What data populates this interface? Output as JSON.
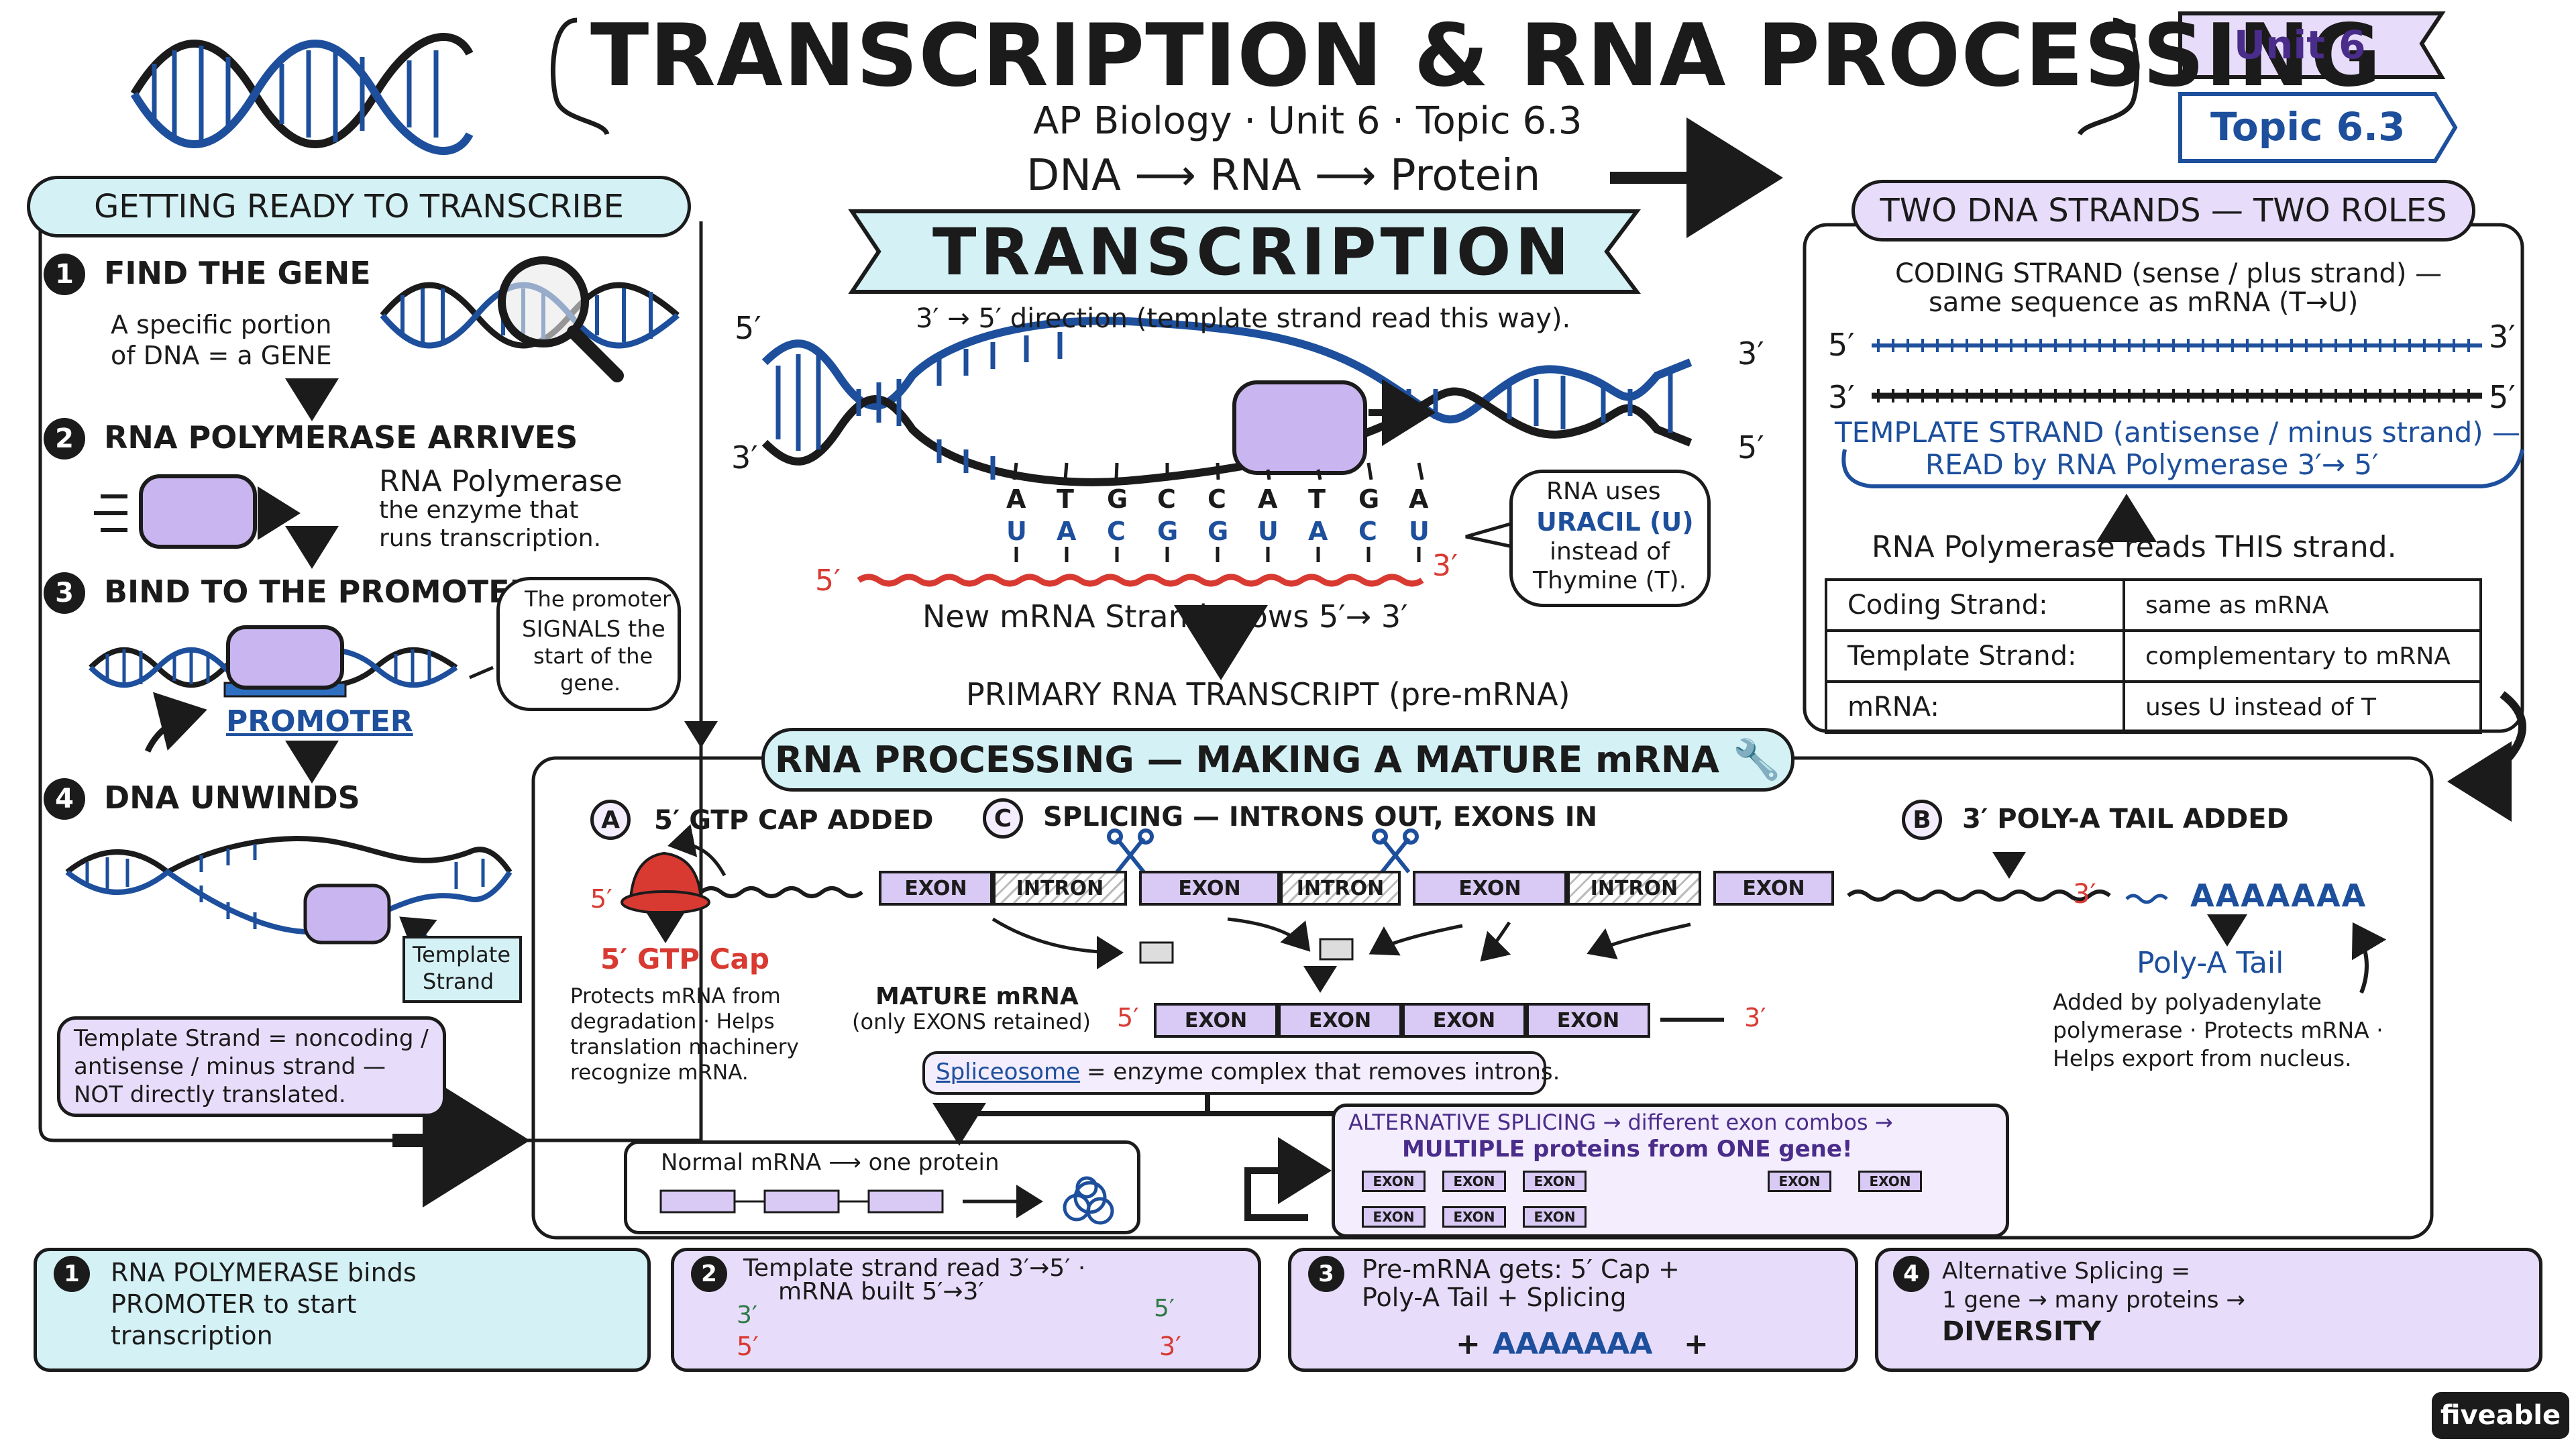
{
  "header": {
    "title": "TRANSCRIPTION & RNA PROCESSING",
    "subtitle": "AP Biology · Unit 6 · Topic 6.3",
    "flow": "DNA ⟶ RNA ⟶ Protein",
    "unit_tag": "Unit 6",
    "topic_tag": "Topic 6.3"
  },
  "left": {
    "heading": "GETTING READY TO TRANSCRIBE",
    "steps": [
      {
        "num": "1",
        "title": "FIND THE GENE",
        "desc1": "A specific portion",
        "desc2": "of DNA = a GENE"
      },
      {
        "num": "2",
        "title": "RNA POLYMERASE ARRIVES",
        "desc1": "RNA Polymerase",
        "desc2": "the enzyme that",
        "desc3": "runs transcription."
      },
      {
        "num": "3",
        "title": "BIND TO THE PROMOTER",
        "bubble1": "The promoter",
        "bubble2": "SIGNALS the",
        "bubble3": "start of the",
        "bubble4": "gene.",
        "promoter": "PROMOTER"
      },
      {
        "num": "4",
        "title": "DNA UNWINDS",
        "template_label1": "Template",
        "template_label2": "Strand"
      }
    ],
    "note1": "Template Strand = noncoding /",
    "note2": "antisense / minus strand —",
    "note3": "NOT directly translated."
  },
  "center": {
    "banner": "TRANSCRIPTION",
    "direction": "3′ → 5′ direction (template strand read this way).",
    "five_prime": "5′",
    "three_prime": "3′",
    "dna_bases": [
      "A",
      "T",
      "G",
      "C",
      "C",
      "A",
      "T",
      "G",
      "A"
    ],
    "rna_bases": [
      "U",
      "A",
      "C",
      "G",
      "G",
      "U",
      "A",
      "C",
      "U"
    ],
    "new_strand": "New mRNA Strand grows 5′→ 3′",
    "primary": "PRIMARY RNA TRANSCRIPT (pre-mRNA)",
    "uracil1": "RNA uses",
    "uracil2": "URACIL (U)",
    "uracil3": "instead of",
    "uracil4": "Thymine (T)."
  },
  "right": {
    "heading": "TWO DNA STRANDS — TWO ROLES",
    "coding1": "CODING STRAND (sense / plus strand) —",
    "coding2": "same sequence as mRNA (T→U)",
    "template1": "TEMPLATE STRAND (antisense / minus strand) —",
    "template2": "READ by RNA Polymerase 3′→ 5′",
    "reads": "RNA Polymerase reads THIS strand.",
    "table": [
      [
        "Coding Strand:",
        "same as mRNA"
      ],
      [
        "Template Strand:",
        "complementary to mRNA"
      ],
      [
        "mRNA:",
        "uses U instead of T"
      ]
    ]
  },
  "processing": {
    "heading": "RNA PROCESSING — MAKING A MATURE mRNA",
    "a_label": "A",
    "a_title": "5′ GTP CAP ADDED",
    "cap_name": "5′ GTP Cap",
    "cap_desc": [
      "Protects mRNA from",
      "degradation · Helps",
      "translation machinery",
      "recognize mRNA."
    ],
    "c_label": "C",
    "c_title": "SPLICING — INTRONS OUT, EXONS IN",
    "pre_segments": [
      "EXON",
      "INTRON",
      "EXON",
      "INTRON",
      "EXON",
      "INTRON",
      "EXON"
    ],
    "mature_title": "MATURE mRNA",
    "mature_sub": "(only EXONS retained)",
    "mature_segments": [
      "EXON",
      "EXON",
      "EXON",
      "EXON"
    ],
    "spliceosome_term": "Spliceosome",
    "spliceosome_def": "= enzyme complex that removes introns.",
    "b_label": "B",
    "b_title": "3′ POLY-A TAIL ADDED",
    "poly_seq": "AAAAAAA",
    "poly_name": "Poly-A Tail",
    "poly_desc": [
      "Added by polyadenylate",
      "polymerase · Protects mRNA ·",
      "Helps export from nucleus."
    ],
    "normal": "Normal mRNA ⟶ one protein",
    "alt1": "ALTERNATIVE SPLICING → different exon combos →",
    "alt2": "MULTIPLE proteins from ONE gene!",
    "alt_exon": "EXON"
  },
  "summary": [
    {
      "num": "1",
      "l1": "RNA POLYMERASE binds",
      "l2": "PROMOTER to start",
      "l3": "transcription"
    },
    {
      "num": "2",
      "l1": "Template strand read 3′→5′ ·",
      "l2": "mRNA built 5′→3′"
    },
    {
      "num": "3",
      "l1": "Pre-mRNA gets: 5′ Cap +",
      "l2": "Poly-A Tail + Splicing",
      "poly": "AAAAAAA"
    },
    {
      "num": "4",
      "l1": "Alternative Splicing =",
      "l2": "1 gene → many proteins →",
      "l3": "DIVERSITY"
    }
  ],
  "brand": "fiveable",
  "colors": {
    "teal": "#d4f1f5",
    "lavender": "#e7dcfa",
    "dna_blue": "#1d4f9c",
    "rna_red": "#d83a32",
    "polymerase": "#c9b6f0"
  }
}
